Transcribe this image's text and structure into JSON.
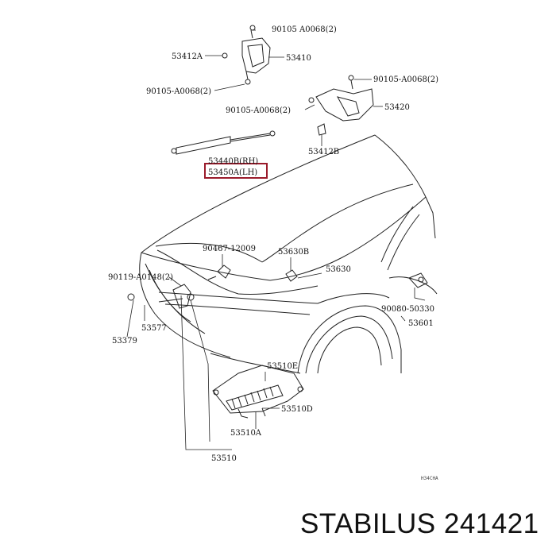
{
  "labels": {
    "p_90105_top": "90105 A0068(2)",
    "p_53412a": "53412A",
    "p_53410": "53410",
    "p_90105_left": "90105-A0068(2)",
    "p_90105_mid": "90105-A0068(2)",
    "p_90105_right": "90105-A0068(2)",
    "p_53420": "53420",
    "p_53412b": "53412B",
    "p_53440b": "53440B(RH)",
    "p_53450a": "53450A(LH)",
    "p_90467": "90467-12009",
    "p_53630b": "53630B",
    "p_90119": "90119-A0148(2)",
    "p_53630": "53630",
    "p_90080": "90080-50330",
    "p_53601": "53601",
    "p_53577": "53577",
    "p_53379": "53379",
    "p_53510e": "53510E",
    "p_53510d": "53510D",
    "p_53510a": "53510A",
    "p_53510": "53510",
    "drawing_code": "H34CHA"
  },
  "footer": {
    "brand": "STABILUS 241421"
  },
  "colors": {
    "highlight": "#9a1b2b"
  }
}
